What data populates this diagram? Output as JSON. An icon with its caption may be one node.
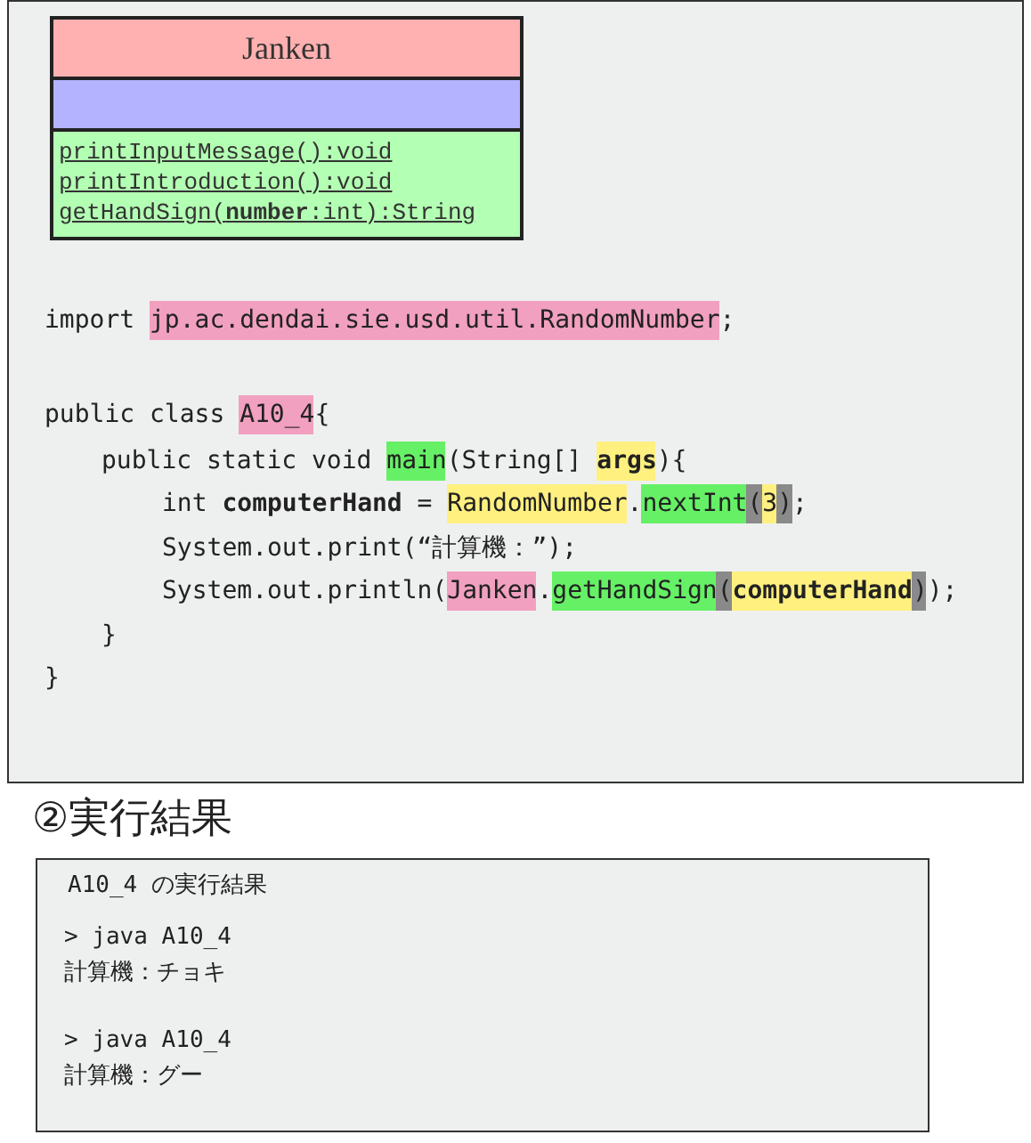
{
  "diagram": {
    "nodes": [
      {
        "text": [
          "import jp.ac.dendai.sie.usd.util.RandomNumber;",
          "public class A10_4{",
          "public static void main(String[] **args**){",
          "int **computerHand** = RandomNumber.nextInt(3);",
          "System.out.print(“計算機：”);",
          "System.out.println(Janken.getHandSign(**computerHand**));",
          "}",
          "}"
        ]
      },
      {
        "text": [
          "Janken",
          "printInputMessage():void",
          "printIntroduction():void",
          "getHandSign(**number**:int):String"
        ],
        "in": 0
      },
      {
        "text": [
          "②実行結果",
          "A10_4 の実行結果",
          "> java A10_4",
          "計算機：チョキ",
          "> java A10_4",
          "計算機：グー"
        ]
      }
    ]
  }
}
